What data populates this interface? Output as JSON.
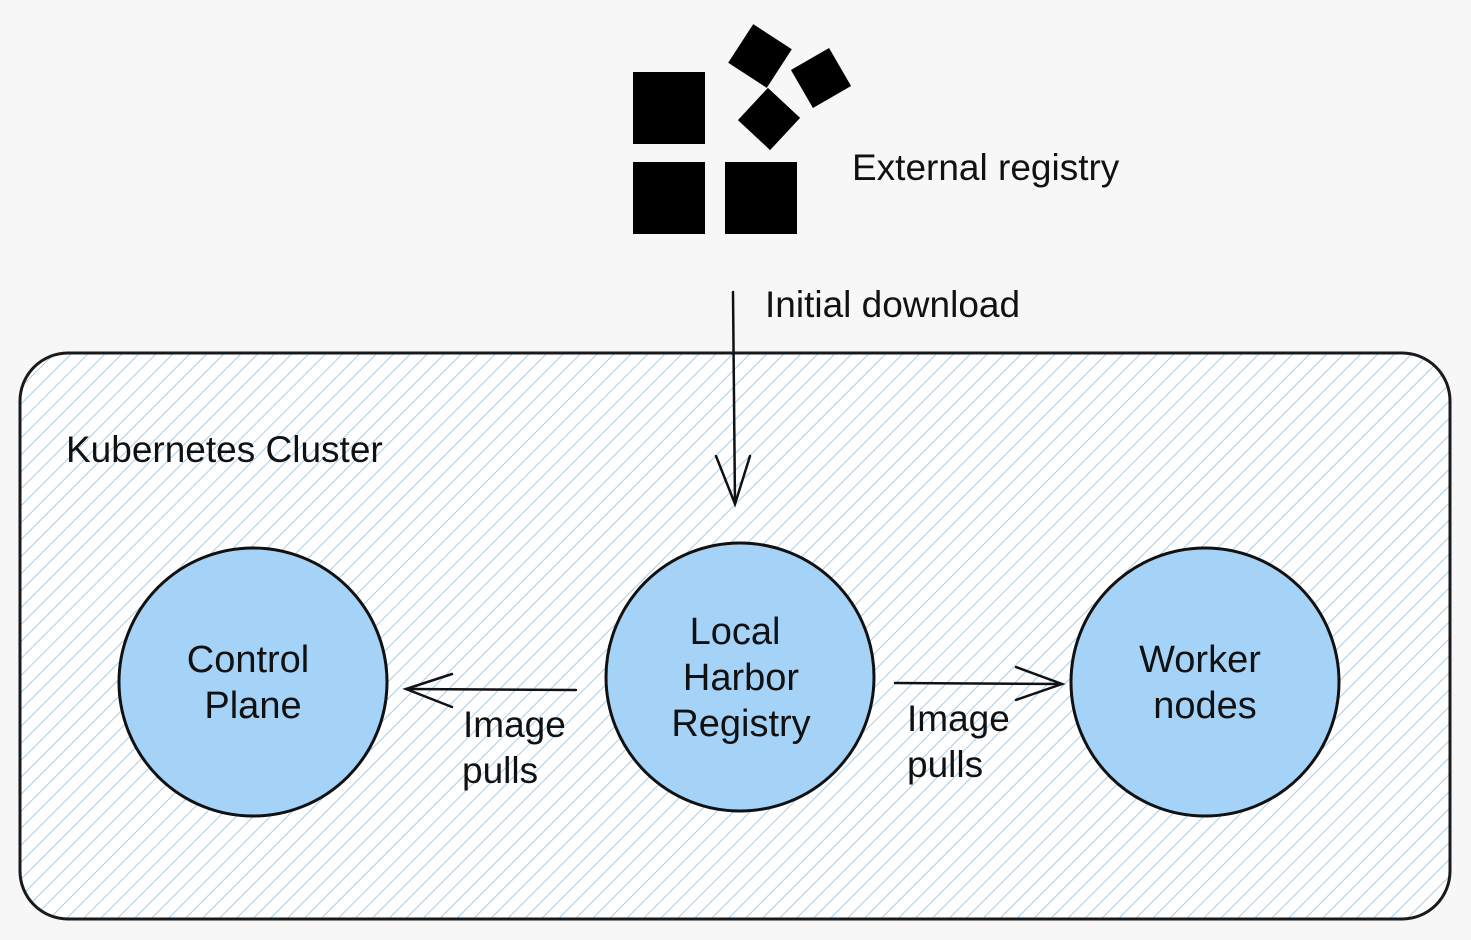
{
  "external_registry": {
    "label": "External registry",
    "icon": "registry-blocks-icon"
  },
  "initial_download": {
    "label": "Initial download"
  },
  "cluster": {
    "label": "Kubernetes Cluster",
    "fill_pattern": "diagonal-hatch",
    "hatch_color": "#a9cde6",
    "border_color": "#1a1a1a"
  },
  "nodes": {
    "control_plane": {
      "line1": "Control",
      "line2": "Plane"
    },
    "harbor": {
      "line1": "Local",
      "line2": "Harbor",
      "line3": "Registry"
    },
    "worker": {
      "line1": "Worker",
      "line2": "nodes"
    },
    "fill_color": "#a5d2f7"
  },
  "edges": {
    "left_pull": {
      "line1": "Image",
      "line2": "pulls"
    },
    "right_pull": {
      "line1": "Image",
      "line2": "pulls"
    }
  }
}
